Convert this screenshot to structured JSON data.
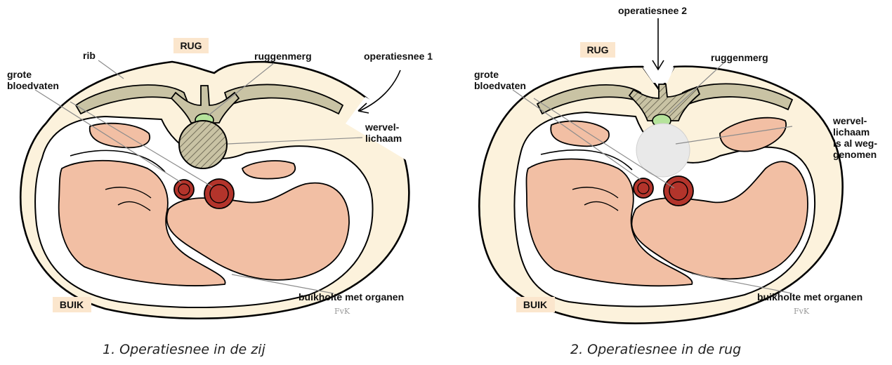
{
  "colors": {
    "skin": "#fcf2dc",
    "tag_bg": "#fbe6cd",
    "organ": "#f2bfa4",
    "vessel": "#b3342b",
    "bone": "#c9c3a4",
    "cord": "#b5e39b",
    "removed": "#e9e9e9"
  },
  "panels": [
    {
      "labels": {
        "back": "RUG",
        "belly": "BUIK",
        "rib": "rib",
        "vessels_1": "grote",
        "vessels_2": "bloedvaten",
        "cord": "ruggenmerg",
        "incision": "operatiesnee 1",
        "body_1": "wervel-",
        "body_2": "lichaam",
        "cavity": "buikholte met organen",
        "signature": "FvK"
      },
      "caption": "1. Operatiesnee in de zij"
    },
    {
      "labels": {
        "back": "RUG",
        "belly": "BUIK",
        "incision": "operatiesnee 2",
        "vessels_1": "grote",
        "vessels_2": "bloedvaten",
        "cord": "ruggenmerg",
        "body_1": "wervel-",
        "body_2": "lichaam",
        "body_3": "is al weg-",
        "body_4": "genomen",
        "cavity": "buikholte met organen",
        "signature": "FvK"
      },
      "caption": "2. Operatiesnee in de rug"
    }
  ]
}
